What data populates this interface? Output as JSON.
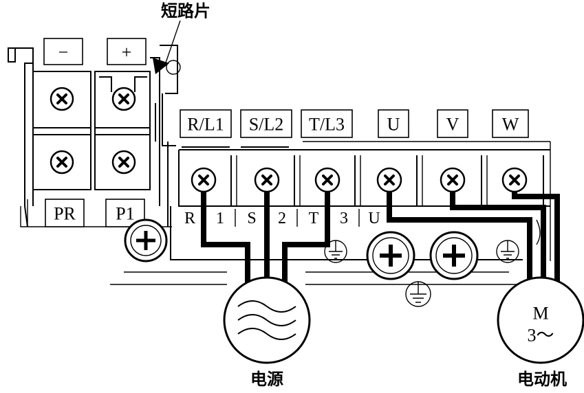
{
  "labels": {
    "shorting_bar": "短路片",
    "power_source": "电源",
    "motor": "电动机",
    "motor_symbol_line1": "M",
    "motor_symbol_line2": "3～"
  },
  "dc_terminals": [
    "−",
    "+"
  ],
  "brake_terminals": [
    "PR",
    "P1"
  ],
  "input_terminals": [
    "R/L1",
    "S/L2",
    "T/L3"
  ],
  "output_terminals": [
    "U",
    "V",
    "W"
  ],
  "strip_markings": [
    "R",
    "1",
    "S",
    "2",
    "T",
    "3",
    "U"
  ]
}
